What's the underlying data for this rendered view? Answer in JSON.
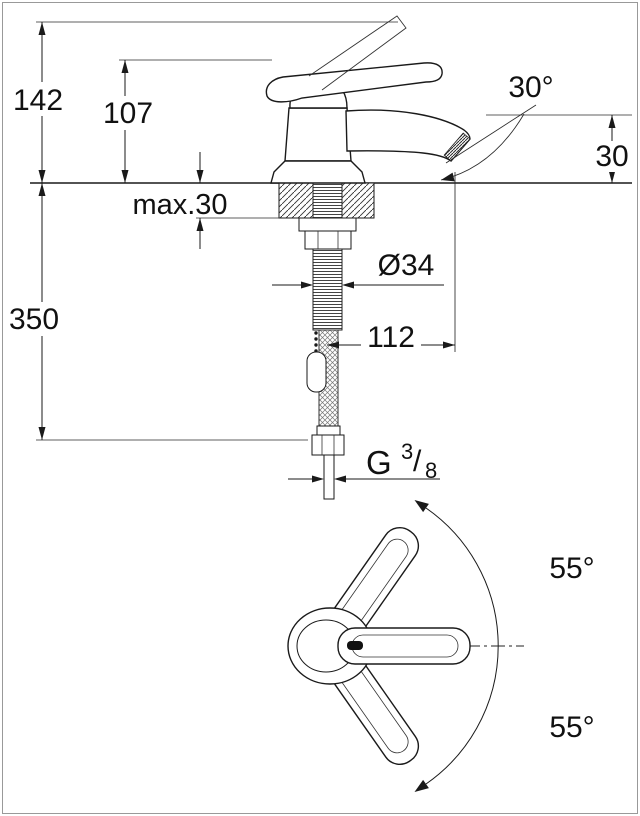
{
  "page": {
    "background": "#ffffff",
    "line_color": "#1a1a1a"
  },
  "side_view": {
    "dim_total_height": "142",
    "dim_handle_height": "107",
    "dim_mounting_thickness": "max.30",
    "dim_supply_length": "350",
    "dim_spout_angle": "30°",
    "dim_outlet_height": "30",
    "dim_shank_diameter": "Ø34",
    "dim_spout_reach": "112",
    "thread_label": {
      "g": "G",
      "numerator": "3",
      "slash": "/",
      "denominator": "8"
    }
  },
  "top_view": {
    "dim_swing_upper": "55°",
    "dim_swing_lower": "55°"
  }
}
